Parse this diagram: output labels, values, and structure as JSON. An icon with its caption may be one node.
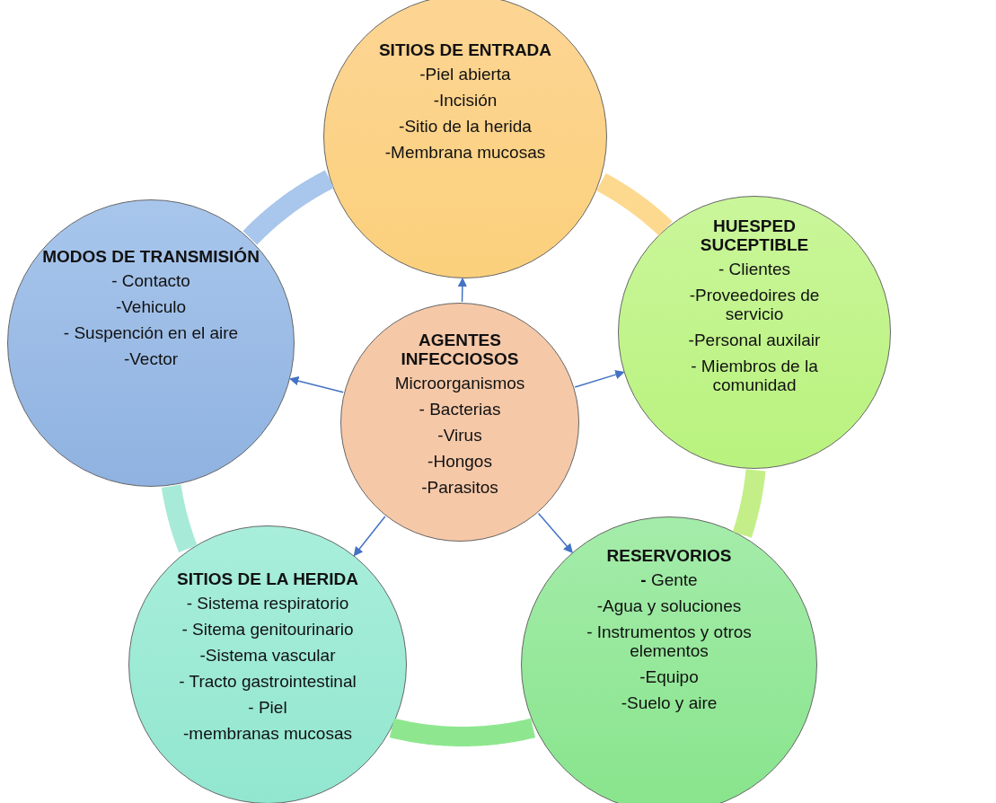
{
  "diagram": {
    "nodes": [
      {
        "text": [
          "SITIOS DE ENTRADA",
          "-Piel abierta",
          "-Incisión",
          "-Sitio de la herida",
          "-Membrana mucosas"
        ]
      },
      {
        "text": [
          "HUESPED SUCEPTIBLE",
          "- Clientes",
          "-Proveedoires de servicio",
          "-Personal auxilair",
          "- Miembros de la comunidad"
        ]
      },
      {
        "text": [
          "RESERVORIOS",
          "**-** Gente",
          "-Agua y soluciones",
          "- Instrumentos y otros elementos",
          "-Equipo",
          "-Suelo y aire"
        ]
      },
      {
        "text": [
          "SITIOS DE LA HERIDA",
          "- Sistema respiratorio",
          "- Sitema genitourinario",
          "-Sistema vascular",
          "- Tracto gastrointestinal",
          "- Piel",
          "-membranas mucosas"
        ]
      },
      {
        "text": [
          "MODOS DE TRANSMISIÓN",
          "- Contacto",
          "-Vehiculo",
          "- Suspención en el aire",
          "-Vector"
        ]
      },
      {
        "text": [
          "AGENTES INFECCIOSOS",
          "Microorganismos",
          "- Bacterias",
          "-Virus",
          "-Hongos",
          "-Parasitos"
        ]
      }
    ],
    "edges": [
      {
        "from": 4,
        "to": 0,
        "arrow": "none",
        "style": "thick",
        "color": "#a9c6ec"
      },
      {
        "from": 0,
        "to": 1,
        "arrow": "none",
        "style": "thick",
        "color": "#fcd98f"
      },
      {
        "from": 1,
        "to": 2,
        "arrow": "none",
        "style": "thick",
        "color": "#c4ef88"
      },
      {
        "from": 2,
        "to": 3,
        "arrow": "none",
        "style": "thick",
        "color": "#8ee78f"
      },
      {
        "from": 3,
        "to": 4,
        "arrow": "none",
        "style": "thick",
        "color": "#a8ead8"
      },
      {
        "from": 5,
        "to": 0,
        "arrow": "to"
      },
      {
        "from": 5,
        "to": 1,
        "arrow": "to"
      },
      {
        "from": 5,
        "to": 2,
        "arrow": "to"
      },
      {
        "from": 5,
        "to": 3,
        "arrow": "to"
      },
      {
        "from": 5,
        "to": 4,
        "arrow": "to"
      }
    ]
  }
}
